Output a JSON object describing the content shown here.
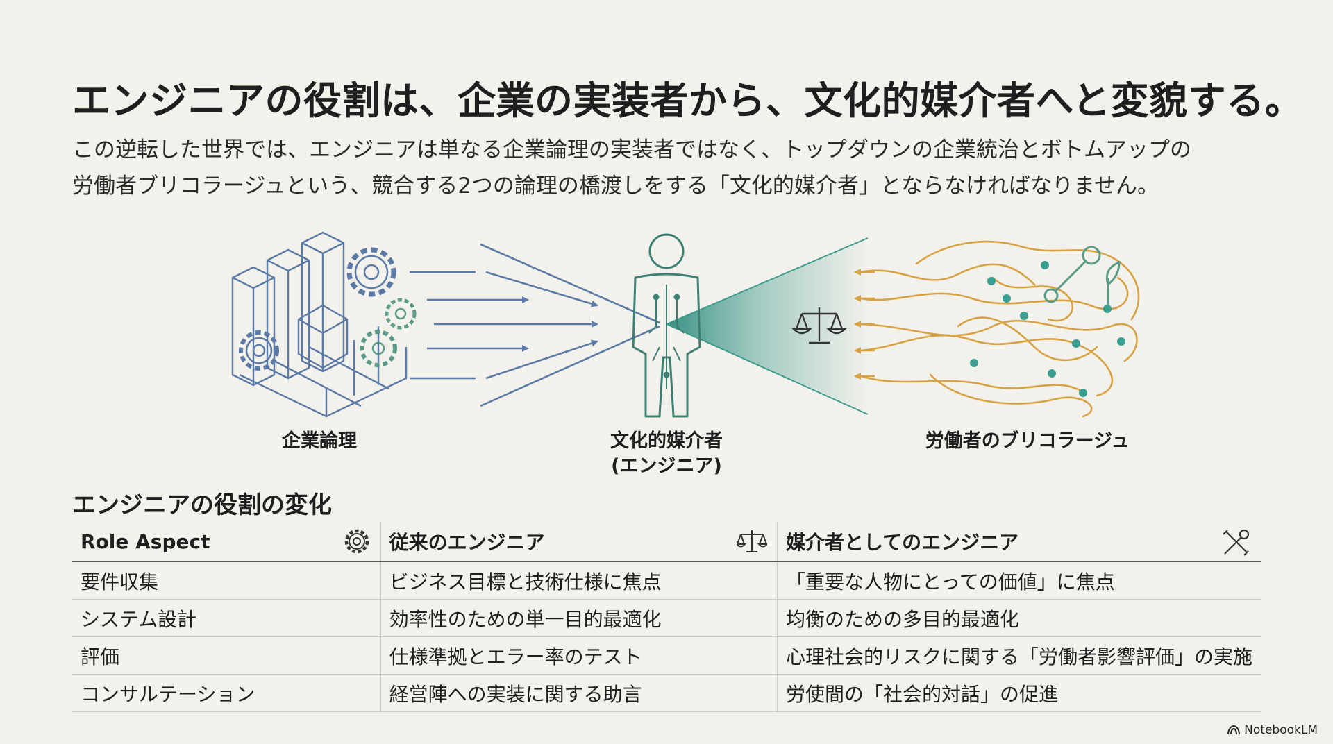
{
  "header": {
    "title": "エンジニアの役割は、企業の実装者から、文化的媒介者へと変貌する。",
    "subtitle_line1": "この逆転した世界では、エンジニアは単なる企業論理の実装者ではなく、トップダウンの企業統治とボトムアップの",
    "subtitle_line2": "労働者ブリコラージュという、競合する2つの論理の橋渡しをする「文化的媒介者」とならなければなりません。"
  },
  "diagram": {
    "left_label": "企業論理",
    "center_label_line1": "文化的媒介者",
    "center_label_line2": "(エンジニア)",
    "right_label": "労働者のブリコラージュ",
    "colors": {
      "corporate": "#5b7aa6",
      "mediator": "#3e9a8c",
      "worker": "#d7a244",
      "node": "#3a9f91"
    }
  },
  "table": {
    "section_title": "エンジニアの役割の変化",
    "headers": [
      "Role Aspect",
      "従来のエンジニア",
      "媒介者としてのエンジニア"
    ],
    "header_icons": [
      "gear-icon",
      "scales-icon",
      "tools-icon"
    ],
    "rows": [
      [
        "要件収集",
        "ビジネス目標と技術仕様に焦点",
        "「重要な人物にとっての価値」に焦点"
      ],
      [
        "システム設計",
        "効率性のための単一目的最適化",
        "均衡のための多目的最適化"
      ],
      [
        "評価",
        "仕様準拠とエラー率のテスト",
        "心理社会的リスクに関する「労働者影響評価」の実施"
      ],
      [
        "コンサルテーション",
        "経営陣への実装に関する助言",
        "労使間の「社会的対話」の促進"
      ]
    ]
  },
  "brand": {
    "name": "NotebookLM",
    "icon": "notebooklm-logo-icon"
  }
}
